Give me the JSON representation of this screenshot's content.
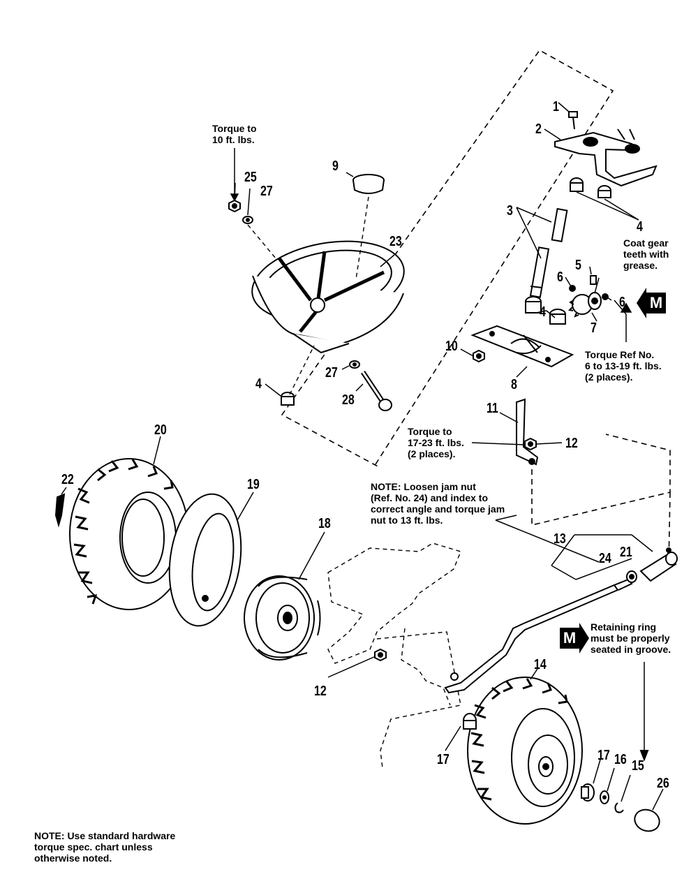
{
  "callouts": {
    "part_1": "1",
    "part_2": "2",
    "part_3": "3",
    "part_4_upper": "4",
    "part_4_mid": "4",
    "part_4_wheel": "4",
    "part_5": "5",
    "part_6_left": "6",
    "part_6_right": "6",
    "part_7": "7",
    "part_8": "8",
    "part_9": "9",
    "part_10": "10",
    "part_11": "11",
    "part_12_upper": "12",
    "part_12_lower": "12",
    "part_13": "13",
    "part_14": "14",
    "part_15": "15",
    "part_16": "16",
    "part_17_left": "17",
    "part_17_right": "17",
    "part_18": "18",
    "part_19": "19",
    "part_20": "20",
    "part_21": "21",
    "part_22": "22",
    "part_23": "23",
    "part_24": "24",
    "part_25": "25",
    "part_26": "26",
    "part_27_upper": "27",
    "part_27_lower": "27",
    "part_28": "28"
  },
  "notes": {
    "torque_wheel": "Torque to\n10 ft. lbs.",
    "coat_gear": "Coat gear\nteeth with\ngrease.",
    "torque_ref6": "Torque Ref No.\n6 to 13-19 ft. lbs.\n(2 places).",
    "torque_17_23": "Torque to\n17-23 ft. lbs.\n(2 places).",
    "jam_nut": "NOTE: Loosen jam nut\n(Ref. No. 24) and index to\ncorrect angle and torque jam\nnut to 13 ft. lbs.",
    "retaining_ring": "Retaining ring\nmust be properly\nseated in groove.",
    "standard_hardware": "NOTE: Use standard hardware\ntorque spec. chart unless\notherwise noted."
  },
  "markers": {
    "m_upper": "M",
    "m_lower": "M"
  }
}
